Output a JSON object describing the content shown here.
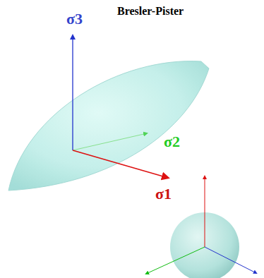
{
  "diagram": {
    "title": "Bresler-Pister",
    "labels": [
      "σ3",
      "σ2",
      "σ1"
    ]
  }
}
